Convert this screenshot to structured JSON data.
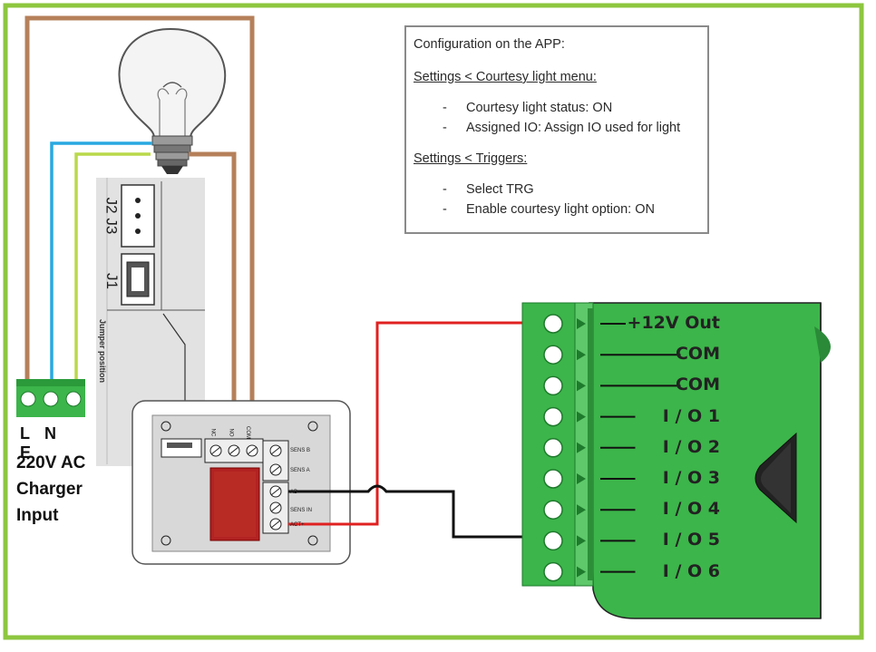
{
  "config": {
    "title": "Configuration on the APP:",
    "section1_heading": "Settings < Courtesy light menu:",
    "section1_items": [
      {
        "dash": "-",
        "text": "Courtesy light status: ON"
      },
      {
        "dash": "-",
        "text": "Assigned IO: Assign IO used for light"
      }
    ],
    "section2_heading": "Settings < Triggers:",
    "section2_items": [
      {
        "dash": "-",
        "text": "Select TRG"
      },
      {
        "dash": "-",
        "text": "Enable courtesy light option: ON"
      }
    ]
  },
  "charger": {
    "l": "L",
    "n": "N",
    "e": "E",
    "line1": "220V AC",
    "line2": "Charger",
    "line3": "Input"
  },
  "jumper": {
    "position_label": "Jumper position",
    "j2j3": "J2 J3",
    "j1": "J1"
  },
  "relay": {
    "nc": "NC",
    "no": "NO",
    "com": "COM",
    "sens_b": "SENS B",
    "sens_a": "SENS A",
    "ad": "AD",
    "sens_in": "SENS IN",
    "act": "ACT+"
  },
  "terminals": [
    "+12V Out",
    "COM",
    "COM",
    "I / O 1",
    "I / O 2",
    "I / O 3",
    "I / O 4",
    "I / O 5",
    "I / O 6"
  ],
  "colors": {
    "frame": "#8dc63f",
    "brown": "#b5805a",
    "blue": "#29a8e0",
    "yellow_green": "#b9d94a",
    "red": "#e02020",
    "black": "#111111",
    "board_green": "#3cb54a"
  }
}
